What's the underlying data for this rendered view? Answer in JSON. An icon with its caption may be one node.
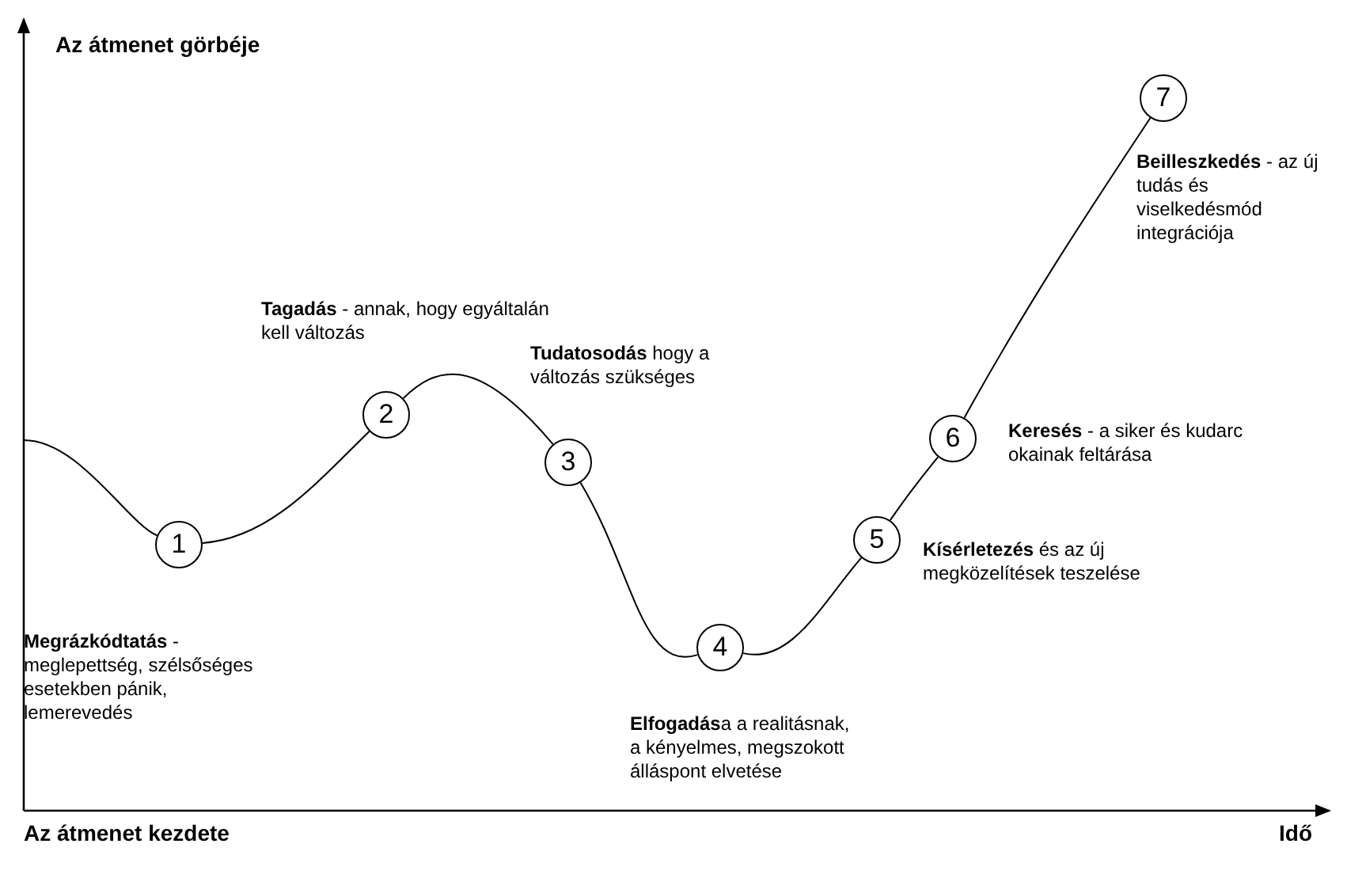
{
  "diagram": {
    "nodes": [
      {
        "text": [
          "1"
        ],
        "beside": [
          "**Megrázkódtatás** - meglepettség, szélsőséges esetekben pánik, lemerevedés"
        ]
      },
      {
        "text": [
          "2"
        ],
        "beside": [
          "**Tagadás** - annak, hogy egyáltalán kell változás"
        ]
      },
      {
        "text": [
          "3"
        ],
        "beside": [
          "**Tudatosodás** hogy a változás szükséges"
        ]
      },
      {
        "text": [
          "4"
        ],
        "beside": [
          "**Elfogadás**a a realitásnak, a kényelmes, megszokott álláspont elvetése"
        ]
      },
      {
        "text": [
          "5"
        ],
        "beside": [
          "**Kísérletezés** és az új megközelítések teszelése"
        ]
      },
      {
        "text": [
          "6"
        ],
        "beside": [
          "**Keresés** - a siker és kudarc okainak feltárása"
        ]
      },
      {
        "text": [
          "7"
        ],
        "beside": [
          "**Beilleszkedés** - az új tudás és viselkedésmód integrációja"
        ]
      }
    ],
    "edges": [
      {
        "from": null,
        "to": 0,
        "arrow": "none"
      },
      {
        "from": 0,
        "to": 1,
        "arrow": "none"
      },
      {
        "from": 1,
        "to": 2,
        "arrow": "none"
      },
      {
        "from": 2,
        "to": 3,
        "arrow": "none"
      },
      {
        "from": 3,
        "to": 4,
        "arrow": "none"
      },
      {
        "from": 4,
        "to": 5,
        "arrow": "none"
      },
      {
        "from": 5,
        "to": 6,
        "arrow": "none"
      }
    ],
    "labels": [
      "Az átmenet görbéje",
      "Az átmenet kezdete",
      "Idő"
    ]
  }
}
